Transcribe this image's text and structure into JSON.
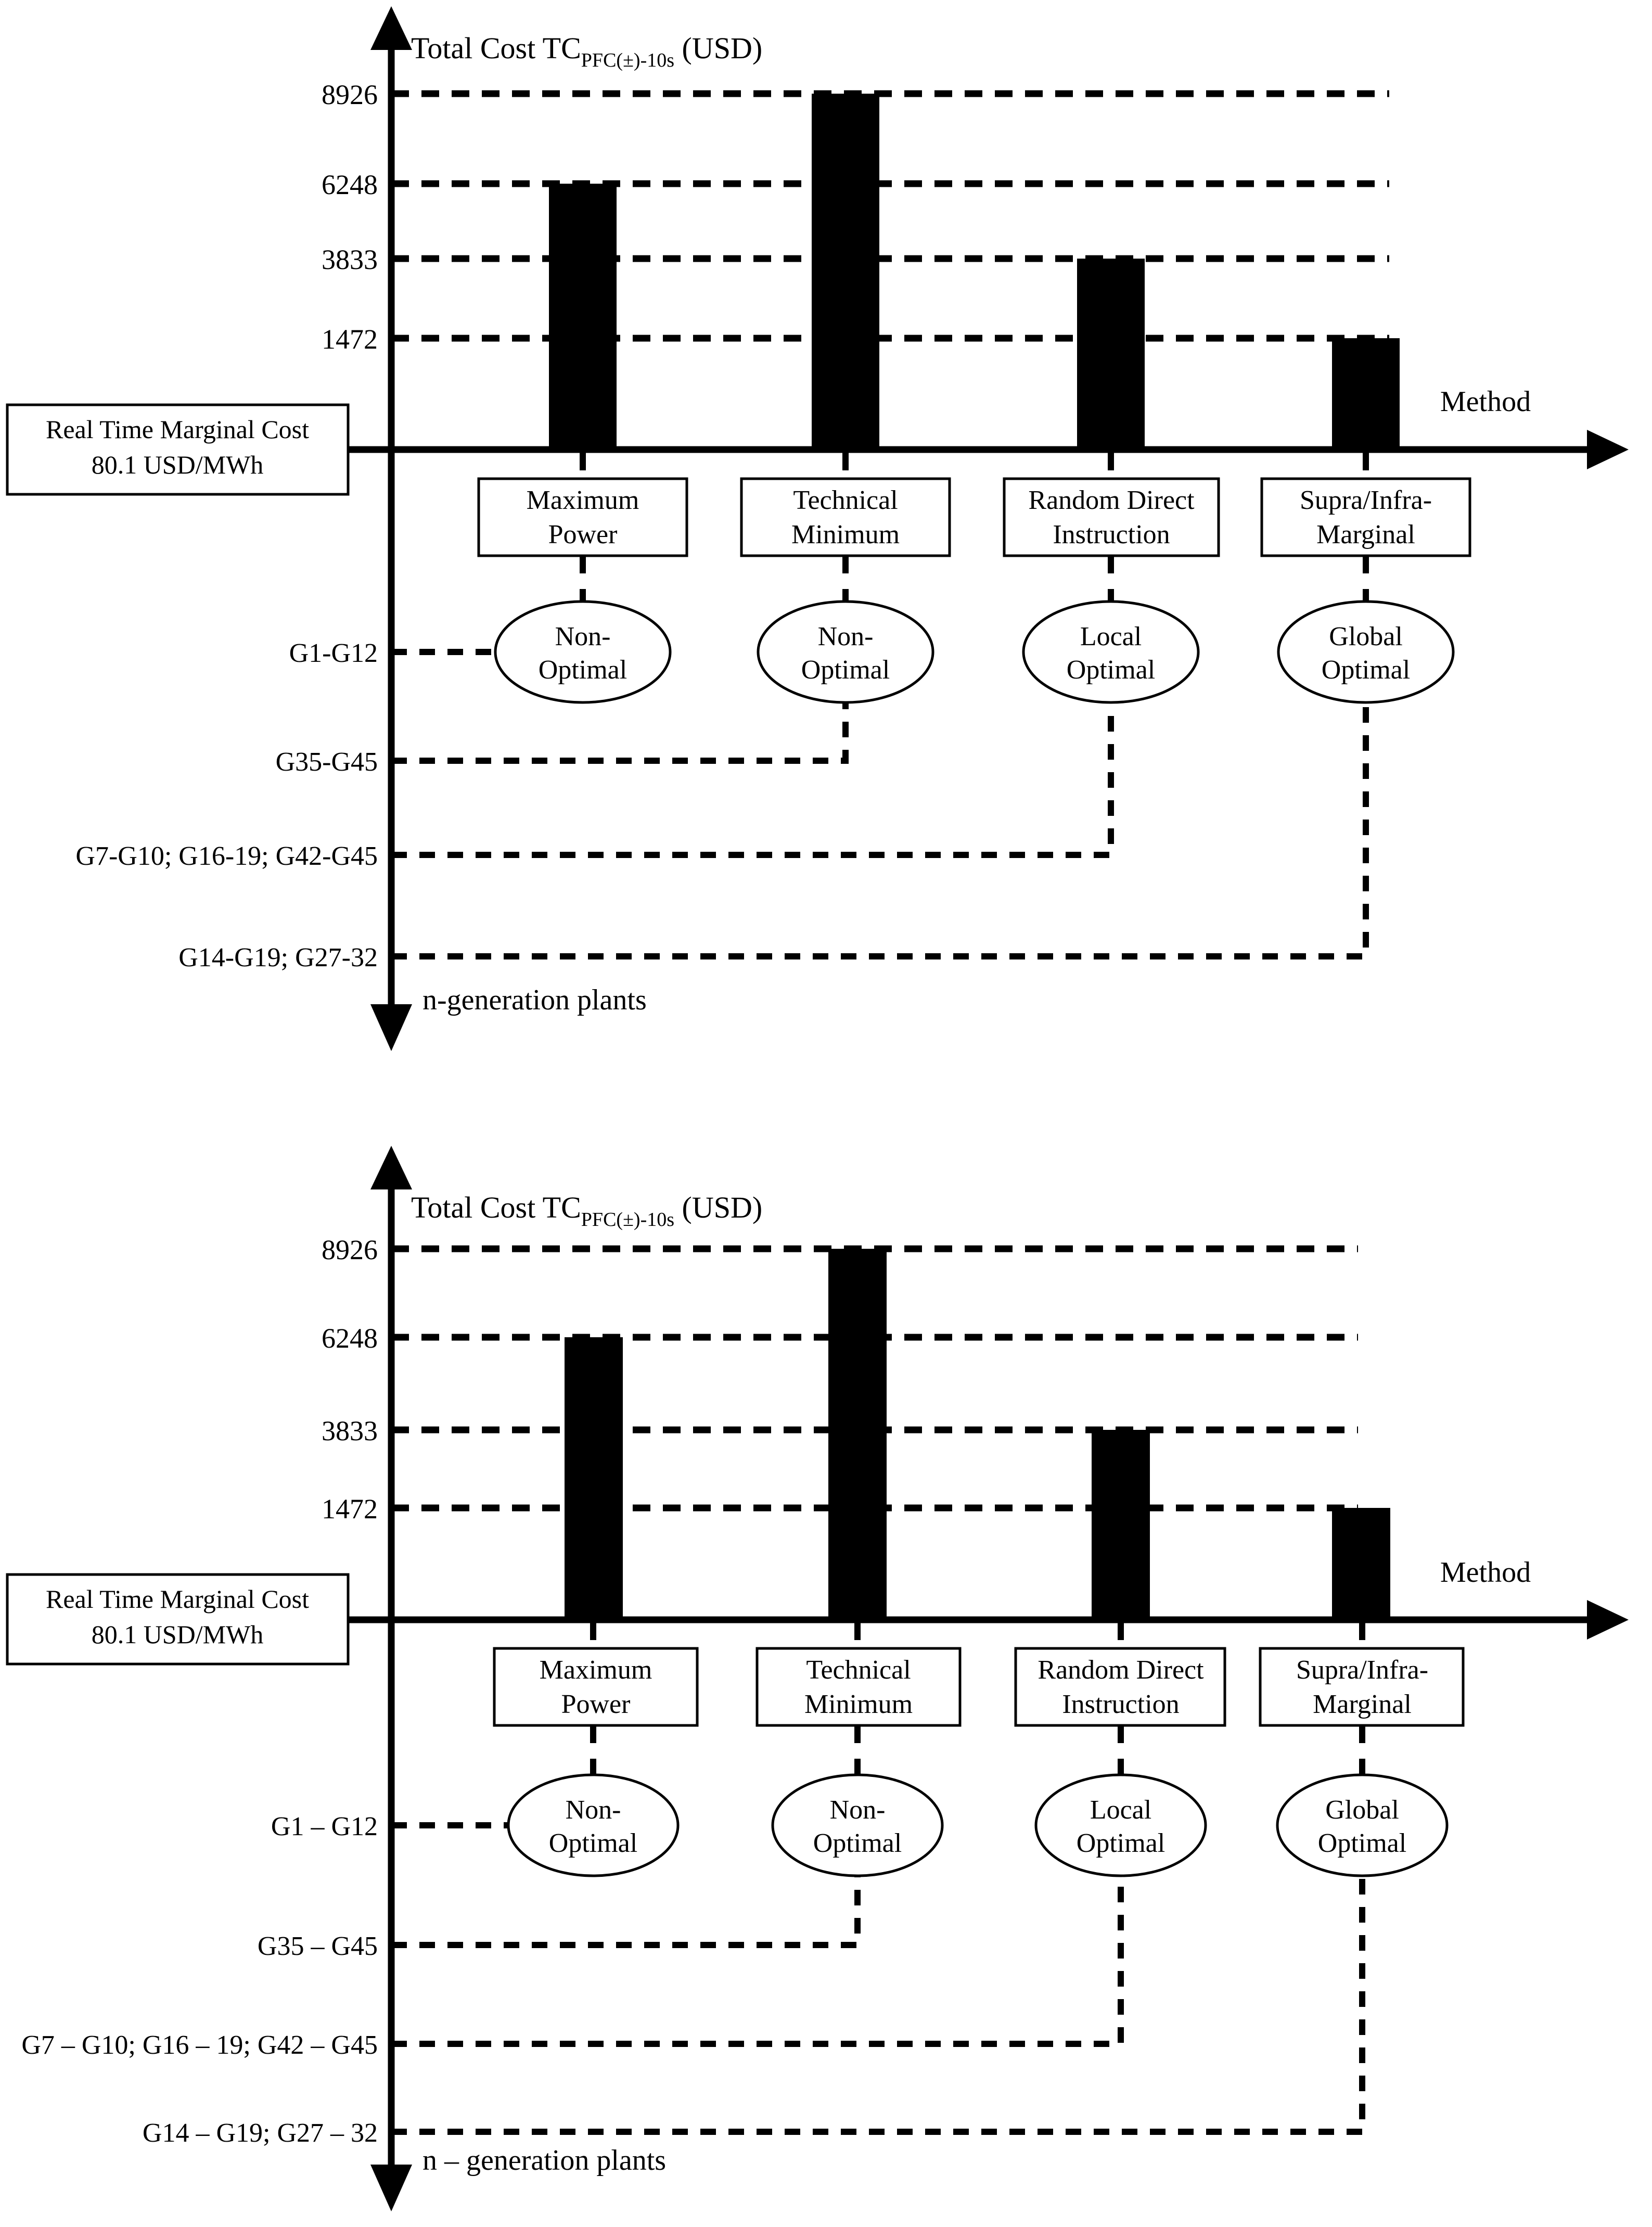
{
  "figure": {
    "panels": [
      {
        "id": "panel-top",
        "axis": {
          "y_title_prefix": "Total Cost TC",
          "y_title_sub": "PFC(±)-10s",
          "y_title_suffix": " (USD)",
          "x_title": "Method",
          "down_axis_label": "n-generation plants",
          "tick_labels": [
            "8926",
            "6248",
            "3833",
            "1472"
          ]
        },
        "marginal_cost_box": {
          "line1": "Real Time Marginal Cost",
          "line2": "80.1 USD/MWh"
        },
        "methods": [
          {
            "box_line1": "Maximum",
            "box_line2": "Power",
            "ellipse_line1": "Non-",
            "ellipse_line2": "Optimal",
            "value": 6248,
            "generators": "G1-G12"
          },
          {
            "box_line1": "Technical",
            "box_line2": "Minimum",
            "ellipse_line1": "Non-",
            "ellipse_line2": "Optimal",
            "value": 8926,
            "generators": "G35-G45"
          },
          {
            "box_line1": "Random Direct",
            "box_line2": "Instruction",
            "ellipse_line1": "Local",
            "ellipse_line2": "Optimal",
            "value": 3833,
            "generators": "G7-G10; G16-19; G42-G45"
          },
          {
            "box_line1": "Supra/Infra-",
            "box_line2": "Marginal",
            "ellipse_line1": "Global",
            "ellipse_line2": "Optimal",
            "value": 1472,
            "generators": "G14-G19; G27-32"
          }
        ]
      },
      {
        "id": "panel-bottom",
        "axis": {
          "y_title_prefix": "Total Cost TC",
          "y_title_sub": "PFC(±)-10s",
          "y_title_suffix": " (USD)",
          "x_title": "Method",
          "down_axis_label": "n – generation plants",
          "tick_labels": [
            "8926",
            "6248",
            "3833",
            "1472"
          ]
        },
        "marginal_cost_box": {
          "line1": "Real Time Marginal Cost",
          "line2": "80.1 USD/MWh"
        },
        "methods": [
          {
            "box_line1": "Maximum",
            "box_line2": "Power",
            "ellipse_line1": "Non-",
            "ellipse_line2": "Optimal",
            "value": 6248,
            "generators": "G1 – G12"
          },
          {
            "box_line1": "Technical",
            "box_line2": "Minimum",
            "ellipse_line1": "Non-",
            "ellipse_line2": "Optimal",
            "value": 8926,
            "generators": "G35 – G45"
          },
          {
            "box_line1": "Random Direct",
            "box_line2": "Instruction",
            "ellipse_line1": "Local",
            "ellipse_line2": "Optimal",
            "value": 3833,
            "generators": "G7 – G10; G16 – 19; G42 – G45"
          },
          {
            "box_line1": "Supra/Infra-",
            "box_line2": "Marginal",
            "ellipse_line1": "Global",
            "ellipse_line2": "Optimal",
            "value": 1472,
            "generators": "G14 – G19; G27 – 32"
          }
        ]
      }
    ]
  },
  "chart_data": {
    "type": "bar",
    "title": "Total Cost TC_PFC(±)-10s (USD)",
    "xlabel": "Method",
    "ylabel": "Total Cost TC_PFC(±)-10s (USD)",
    "categories": [
      "Maximum Power",
      "Technical Minimum",
      "Random Direct Instruction",
      "Supra/Infra-Marginal"
    ],
    "values": [
      6248,
      8926,
      3833,
      1472
    ],
    "tick_values": [
      8926,
      6248,
      3833,
      1472
    ],
    "ylim": [
      0,
      8926
    ],
    "grid": true,
    "legend": "none",
    "annotations": {
      "optimality": [
        "Non-Optimal",
        "Non-Optimal",
        "Local Optimal",
        "Global Optimal"
      ],
      "generators_panel_top": [
        "G1-G12",
        "G35-G45",
        "G7-G10; G16-19; G42-G45",
        "G14-G19; G27-32"
      ],
      "generators_panel_bottom": [
        "G1 – G12",
        "G35 – G45",
        "G7 – G10; G16 – 19; G42 – G45",
        "G14 – G19; G27 – 32"
      ],
      "marginal_cost": "Real Time Marginal Cost 80.1 USD/MWh",
      "down_axis_top": "n-generation plants",
      "down_axis_bottom": "n – generation plants"
    },
    "note": "Two identical panels (top and bottom) differing only in dash/spacing style of generator range labels."
  },
  "colors": {
    "bar": "#000000",
    "line": "#000000",
    "background": "#ffffff"
  }
}
